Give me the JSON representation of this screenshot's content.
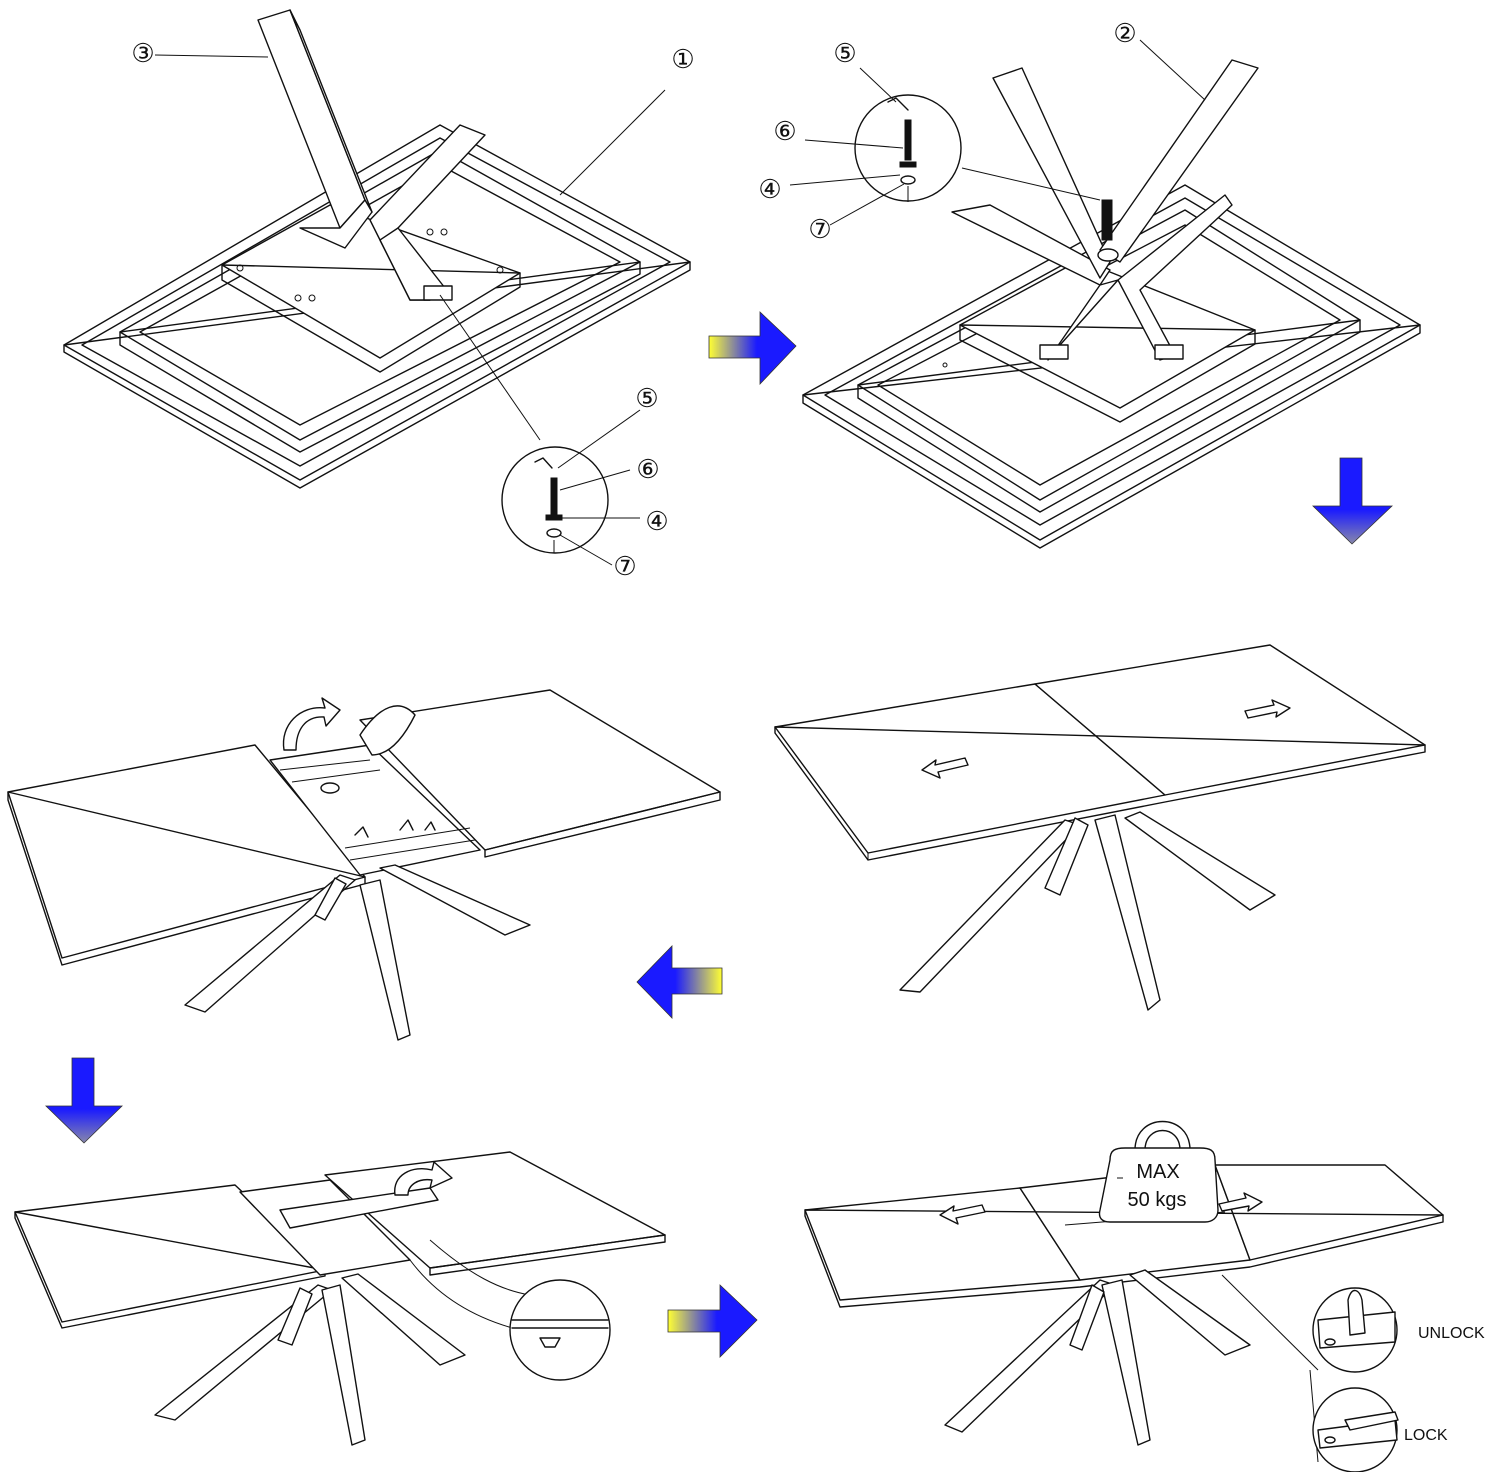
{
  "callouts": {
    "step1": {
      "c1": "①",
      "c3": "③",
      "c5": "⑤",
      "c6": "⑥",
      "c4": "④",
      "c7": "⑦"
    },
    "step2": {
      "c2": "②",
      "c5": "⑤",
      "c6": "⑥",
      "c4": "④",
      "c7": "⑦"
    }
  },
  "weight_tag": {
    "line1": "MAX",
    "line2": "50 kgs"
  },
  "lock_labels": {
    "unlock": "UNLOCK",
    "lock": "LOCK"
  },
  "colors": {
    "arrow_blue": "#1a1aff",
    "arrow_yellow": "#ffff33",
    "line": "#111111"
  }
}
